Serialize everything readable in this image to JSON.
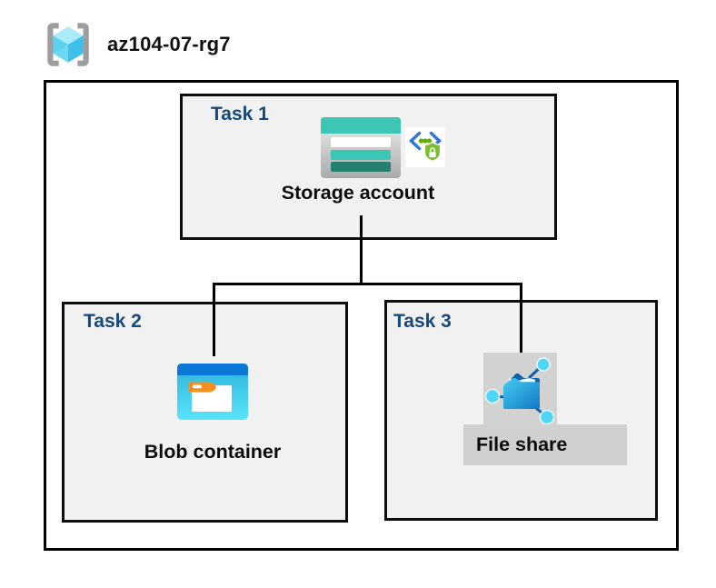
{
  "header": {
    "title": "az104-07-rg7",
    "icon": "resource-group-icon"
  },
  "diagram": {
    "tasks": [
      {
        "label": "Task 1",
        "resource": "Storage account",
        "icons": [
          "storage-account-icon",
          "secure-access-icon"
        ]
      },
      {
        "label": "Task 2",
        "resource": "Blob container",
        "icons": [
          "blob-container-icon"
        ]
      },
      {
        "label": "Task 3",
        "resource": "File share",
        "icons": [
          "file-share-icon"
        ]
      }
    ],
    "connections": [
      {
        "from": "Storage account",
        "to": "Blob container"
      },
      {
        "from": "Storage account",
        "to": "File share"
      }
    ]
  },
  "colors": {
    "task_label_navy": "#17497A",
    "task_box_fill": "#F1F1F1",
    "box_border": "#000000",
    "storage_teal": "#3EC6B5",
    "storage_teal_dark": "#26806F",
    "blob_title_blue": "#0B78D7",
    "blob_body_cyan": "#3CC5E8",
    "blob_tag_orange": "#F78F1E",
    "file_share_blue": "#1279C8",
    "file_share_node_cyan": "#4FD5F7",
    "icon_bg_gray": "#D2D2D2",
    "rg_bracket_gray": "#9E9E9E",
    "rg_cube_cyan": "#A9EBF9",
    "shield_green": "#7BBE2F",
    "chevron_blue": "#3076D8",
    "dot_green": "#5DB300"
  }
}
